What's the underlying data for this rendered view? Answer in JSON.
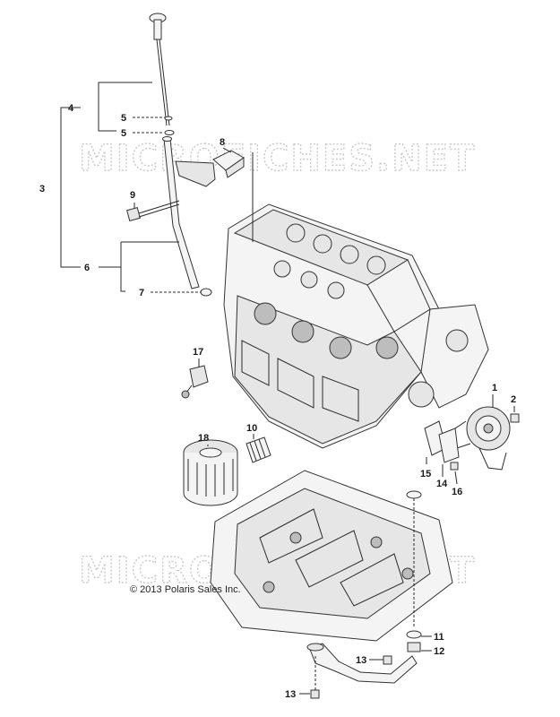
{
  "watermark": "MICROFICHES.NET",
  "copyright": "© 2013 Polaris Sales Inc.",
  "callouts": [
    "1",
    "2",
    "3",
    "4",
    "5",
    "5",
    "6",
    "7",
    "8",
    "9",
    "10",
    "11",
    "12",
    "13",
    "13",
    "14",
    "15",
    "16",
    "17",
    "18"
  ]
}
